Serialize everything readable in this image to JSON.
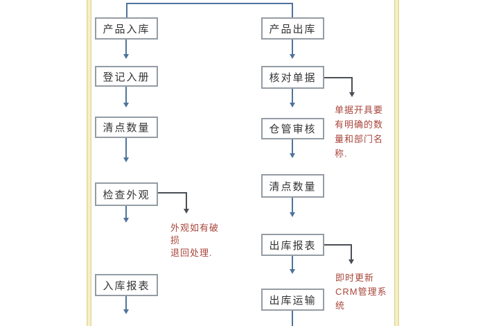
{
  "colors": {
    "background": "#ffffff",
    "box_border": "#949ca4",
    "box_text": "#333333",
    "flow_arrow": "#4f739b",
    "side_arrow": "#4a4f55",
    "annotation_text": "#a8453a",
    "side_rail": "#f6f0c5"
  },
  "flowchart": {
    "columns": [
      {
        "name": "inbound-process",
        "nodes": [
          {
            "label": "产品入库"
          },
          {
            "label": "登记入册"
          },
          {
            "label": "清点数量"
          },
          {
            "label": "检查外观"
          },
          {
            "label": "入库报表"
          }
        ]
      },
      {
        "name": "outbound-process",
        "nodes": [
          {
            "label": "产品出库"
          },
          {
            "label": "核对单据"
          },
          {
            "label": "仓管审核"
          },
          {
            "label": "清点数量"
          },
          {
            "label": "出库报表"
          },
          {
            "label": "出库运输"
          }
        ]
      }
    ],
    "annotations": [
      {
        "lines": [
          "单据开具要",
          "有明确的数",
          "量和部门名",
          "称."
        ]
      },
      {
        "lines": [
          "外观如有破",
          "损",
          "退回处理."
        ]
      },
      {
        "lines": [
          "即时更新",
          "CRM管理系",
          "统"
        ]
      }
    ]
  }
}
